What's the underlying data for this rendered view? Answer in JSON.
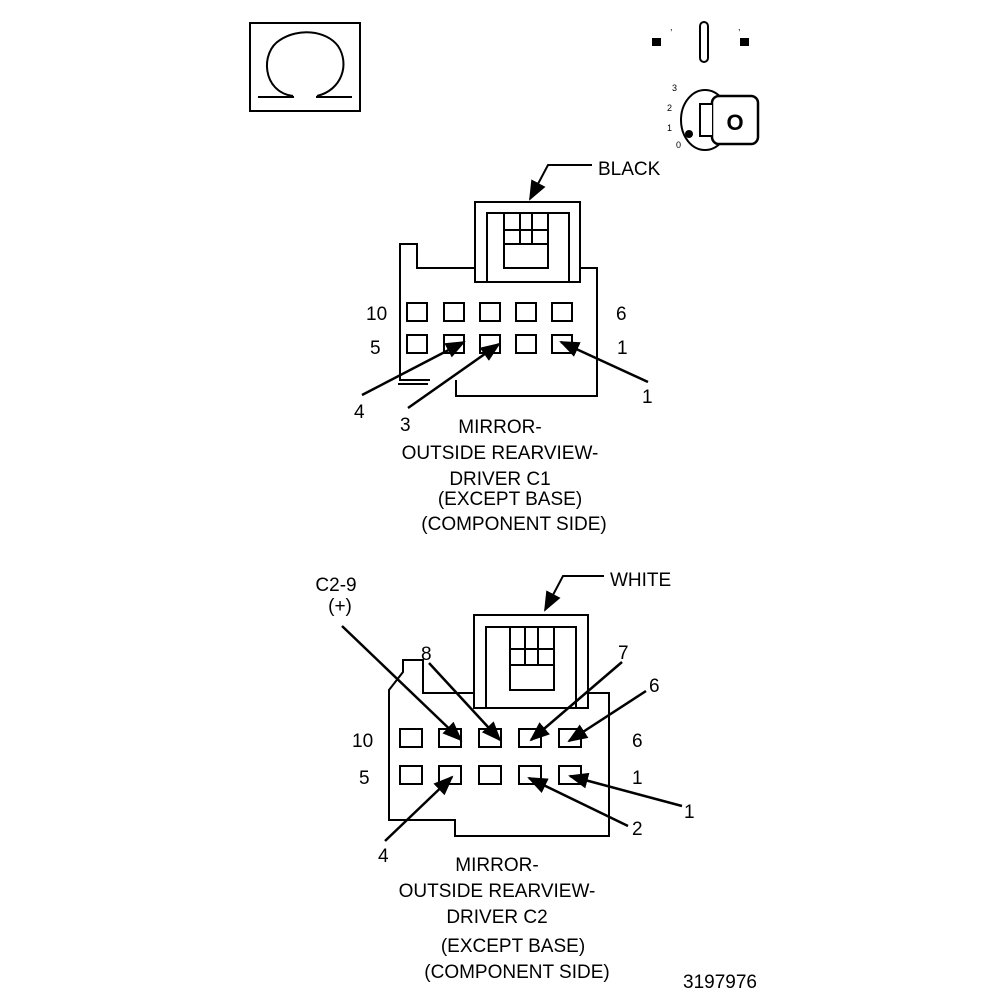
{
  "ignition_icon": {
    "positions": [
      "3",
      "2",
      "1",
      "0"
    ],
    "key_letter": "O"
  },
  "c1": {
    "color_label": "BLACK",
    "row_labels": {
      "top_left": "10",
      "top_right": "6",
      "bottom_left": "5",
      "bottom_right": "1"
    },
    "callouts": [
      "4",
      "3",
      "1"
    ],
    "caption": [
      "MIRROR-",
      "OUTSIDE REARVIEW-",
      "DRIVER C1",
      "(EXCEPT BASE)",
      "(COMPONENT SIDE)"
    ]
  },
  "c2": {
    "color_label": "WHITE",
    "row_labels": {
      "top_left": "10",
      "top_right": "6",
      "bottom_left": "5",
      "bottom_right": "1"
    },
    "circuit_label": [
      "C2-9",
      "(+)"
    ],
    "callouts": [
      "8",
      "7",
      "6",
      "1",
      "2",
      "4"
    ],
    "caption": [
      "MIRROR-",
      "OUTSIDE REARVIEW-",
      "DRIVER C2",
      "(EXCEPT BASE)",
      "(COMPONENT SIDE)"
    ]
  },
  "figure_number": "3197976"
}
